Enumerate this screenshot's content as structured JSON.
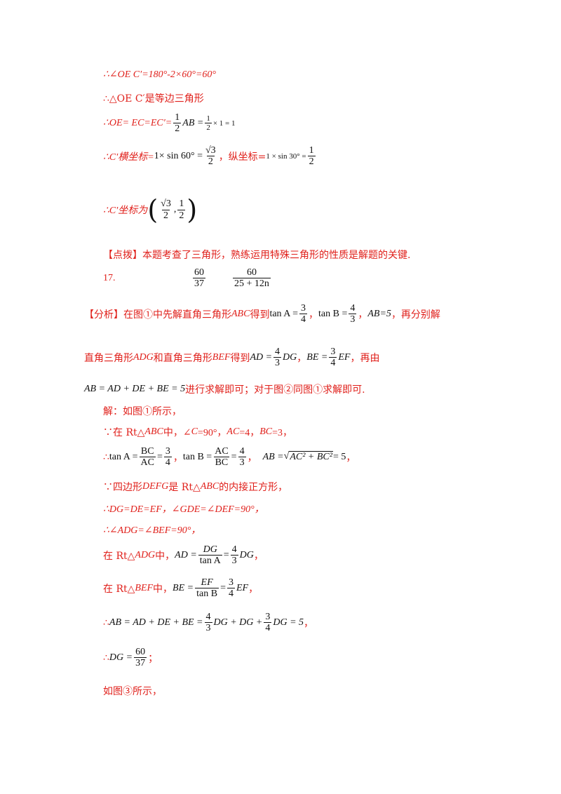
{
  "lines": {
    "l1": "∴∠OE  C′=180°-2×60°=60°",
    "l2": "∴△OE  C′是等边三角形",
    "l3a": "∴OE=  EC=EC′=",
    "l3b": "1",
    "l3c": "2",
    "l3d": "AB =",
    "l3e": "1",
    "l3f": "2",
    "l3g": "× 1 = 1",
    "l4a": "∴C′横坐标=",
    "l4b": "1× sin 60° =",
    "l4c": "√3",
    "l4d": "2",
    "l4e": "，纵坐标=",
    "l4f": "1 × sin 30° =",
    "l4g": "1",
    "l4h": "2",
    "l5a": "∴C′坐标为",
    "l5b": "√3",
    "l5c": "2",
    "l5d": "1",
    "l5e": "2",
    "l6": "【点拨】本题考查了三角形，熟练运用特殊三角形的性质是解题的关键.",
    "l7a": "17.",
    "l7b": "60",
    "l7c": "37",
    "l7d": "60",
    "l7e": "25 + 12n",
    "l8a": "【分析】在图①中先解直角三角形",
    "l8b": "ABC",
    "l8c": "得到",
    "l8d": "tan A =",
    "l8e": "3",
    "l8f": "4",
    "l8g": "，",
    "l8h": "tan B =",
    "l8i": "4",
    "l8j": "3",
    "l8k": "，",
    "l8l": "AB=5",
    "l8m": "，再分别解",
    "l9a": "直角三角形",
    "l9b": "ADG",
    "l9c": "和直角三角形",
    "l9d": "BEF",
    "l9e": "得到",
    "l9f": "AD =",
    "l9g": "4",
    "l9h": "3",
    "l9i": "DG",
    "l9j": "，",
    "l9k": "BE =",
    "l9l": "3",
    "l9m": "4",
    "l9n": "EF",
    "l9o": "，再由",
    "l10a": "AB = AD + DE + BE = 5",
    "l10b": "进行求解即可；对于图②同图①求解即可.",
    "l11": "解：如图①所示，",
    "l12a": "∵在 Rt△",
    "l12b": "ABC",
    "l12c": "中，∠",
    "l12d": "C",
    "l12e": "=90°，",
    "l12f": "AC",
    "l12g": "=4，",
    "l12h": "BC",
    "l12i": "=3，",
    "l13a": "∴",
    "l13b": "tan A =",
    "l13c": "BC",
    "l13d": "AC",
    "l13e": "=",
    "l13f": "3",
    "l13g": "4",
    "l13h": "，",
    "l13i": "tan B =",
    "l13j": "AC",
    "l13k": "BC",
    "l13l": "=",
    "l13m": "4",
    "l13n": "3",
    "l13o": "，",
    "l13p": "AB =",
    "l13q": "AC² + BC²",
    "l13r": "= 5",
    "l13s": "，",
    "l14a": "∵四边形",
    "l14b": "DEFG",
    "l14c": "是 Rt△",
    "l14d": "ABC",
    "l14e": "的内接正方形，",
    "l15": "∴DG=DE=EF，∠GDE=∠DEF=90°，",
    "l16": "∴∠ADG=∠BEF=90°，",
    "l17a": "在 Rt△",
    "l17b": "ADG",
    "l17c": "中，",
    "l17d": "AD =",
    "l17e": "DG",
    "l17f": "tan A",
    "l17g": "=",
    "l17h": "4",
    "l17i": "3",
    "l17j": "DG",
    "l17k": "，",
    "l18a": "在 Rt△",
    "l18b": "BEF",
    "l18c": "中，",
    "l18d": "BE =",
    "l18e": "EF",
    "l18f": "tan B",
    "l18g": "=",
    "l18h": "3",
    "l18i": "4",
    "l18j": "EF",
    "l18k": "，",
    "l19a": "∴",
    "l19b": "AB = AD + DE + BE =",
    "l19c": "4",
    "l19d": "3",
    "l19e": "DG + DG +",
    "l19f": "3",
    "l19g": "4",
    "l19h": "DG = 5",
    "l19i": "，",
    "l20a": "∴",
    "l20b": "DG =",
    "l20c": "60",
    "l20d": "37",
    "l20e": "；",
    "l21": "如图③所示，"
  }
}
